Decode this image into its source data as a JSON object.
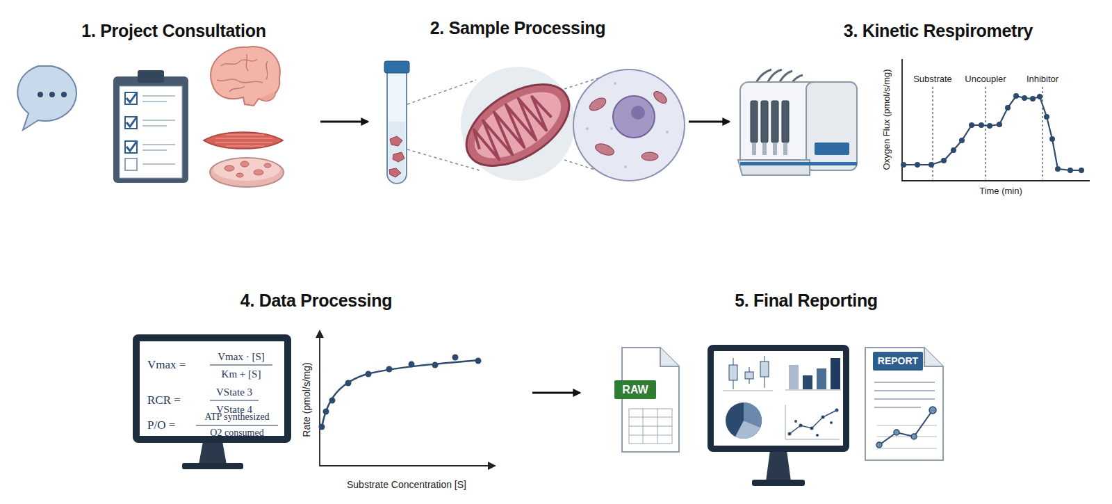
{
  "diagram": {
    "nodes": [
      {
        "text": [
          "1. Project Consultation"
        ]
      },
      {
        "text": [
          "2. Sample Processing"
        ]
      },
      {
        "text": [
          "3. Kinetic Respirometry"
        ]
      },
      {
        "text": [
          "4. Data Processing"
        ]
      },
      {
        "text": [
          "5. Final Reporting"
        ]
      }
    ],
    "edges": [
      {
        "from": 0,
        "to": 1,
        "arrow": "to"
      },
      {
        "from": 1,
        "to": 2,
        "arrow": "to"
      },
      {
        "from": 3,
        "to": 4,
        "arrow": "to"
      }
    ],
    "labels": [
      "Substrate",
      "Uncoupler",
      "Inhibitor",
      "Oxygen Flux (pmol/s/mg)",
      "Time (min)",
      "Vmax =",
      "Vmax · [S]",
      "Km + [S]",
      "RCR =",
      "VState 3",
      "VState 4",
      "P/O =",
      "ATP synthesized",
      "O2 consumed",
      "Rate (pmol/s/mg)",
      "Substrate Concentration [S]",
      "RAW",
      "REPORT"
    ]
  }
}
